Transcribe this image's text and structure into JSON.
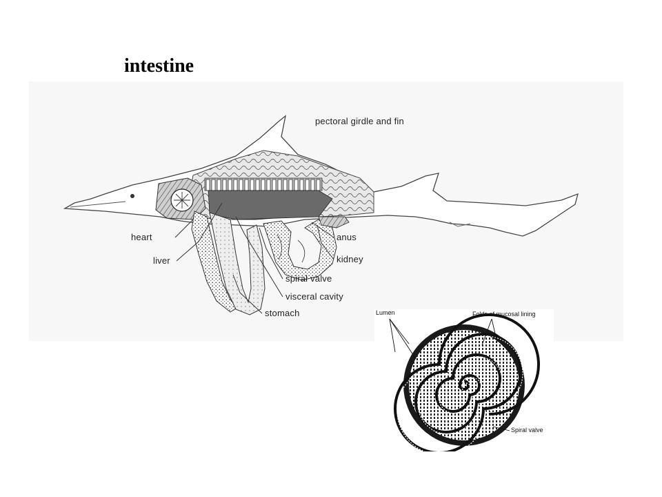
{
  "title": "intestine",
  "shark_labels": {
    "pectoral": "pectoral girdle and fin",
    "heart": "heart",
    "liver": "liver",
    "anus": "anus",
    "kidney": "kidney",
    "spiral_valve": "spiral valve",
    "visceral_cavity": "visceral cavity",
    "stomach": "stomach"
  },
  "inset_labels": {
    "lumen": "Lumen",
    "folds": "Folds of mucosal lining",
    "spiral_valve": "Spiral valve"
  }
}
